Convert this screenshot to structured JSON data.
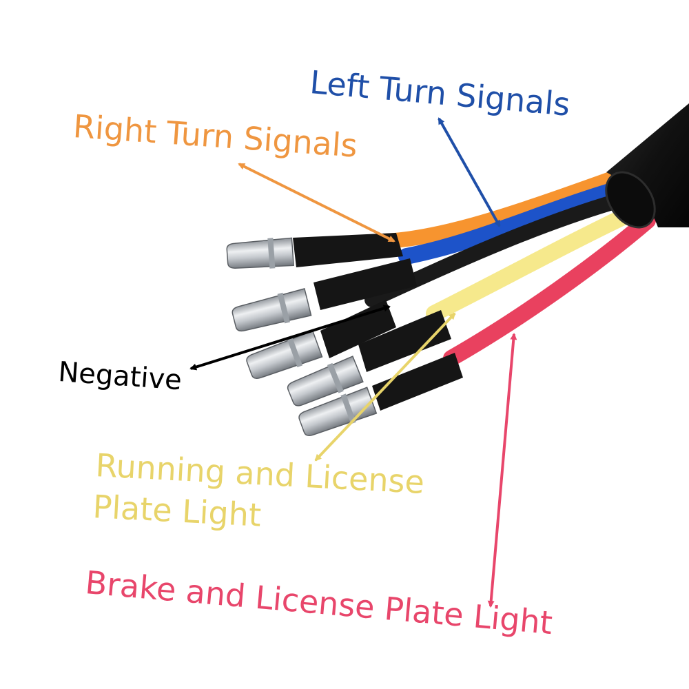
{
  "labels": {
    "left_turn": "Left Turn Signals",
    "right_turn": "Right Turn Signals",
    "negative": "Negative",
    "running_line1": "Running and License",
    "running_line2": "Plate Light",
    "brake": "Brake and License Plate Light"
  },
  "colors": {
    "left_turn": "#1f4fa8",
    "right_turn": "#ef9640",
    "negative": "#000000",
    "running": "#e8d46a",
    "brake": "#e8466b",
    "wire_orange": "#f7942f",
    "wire_blue": "#1d53c9",
    "wire_black": "#1a1a1a",
    "wire_yellow": "#f6e98c",
    "wire_red": "#e9415f",
    "sheath": "#141414",
    "connector": "#c9ccd1"
  }
}
